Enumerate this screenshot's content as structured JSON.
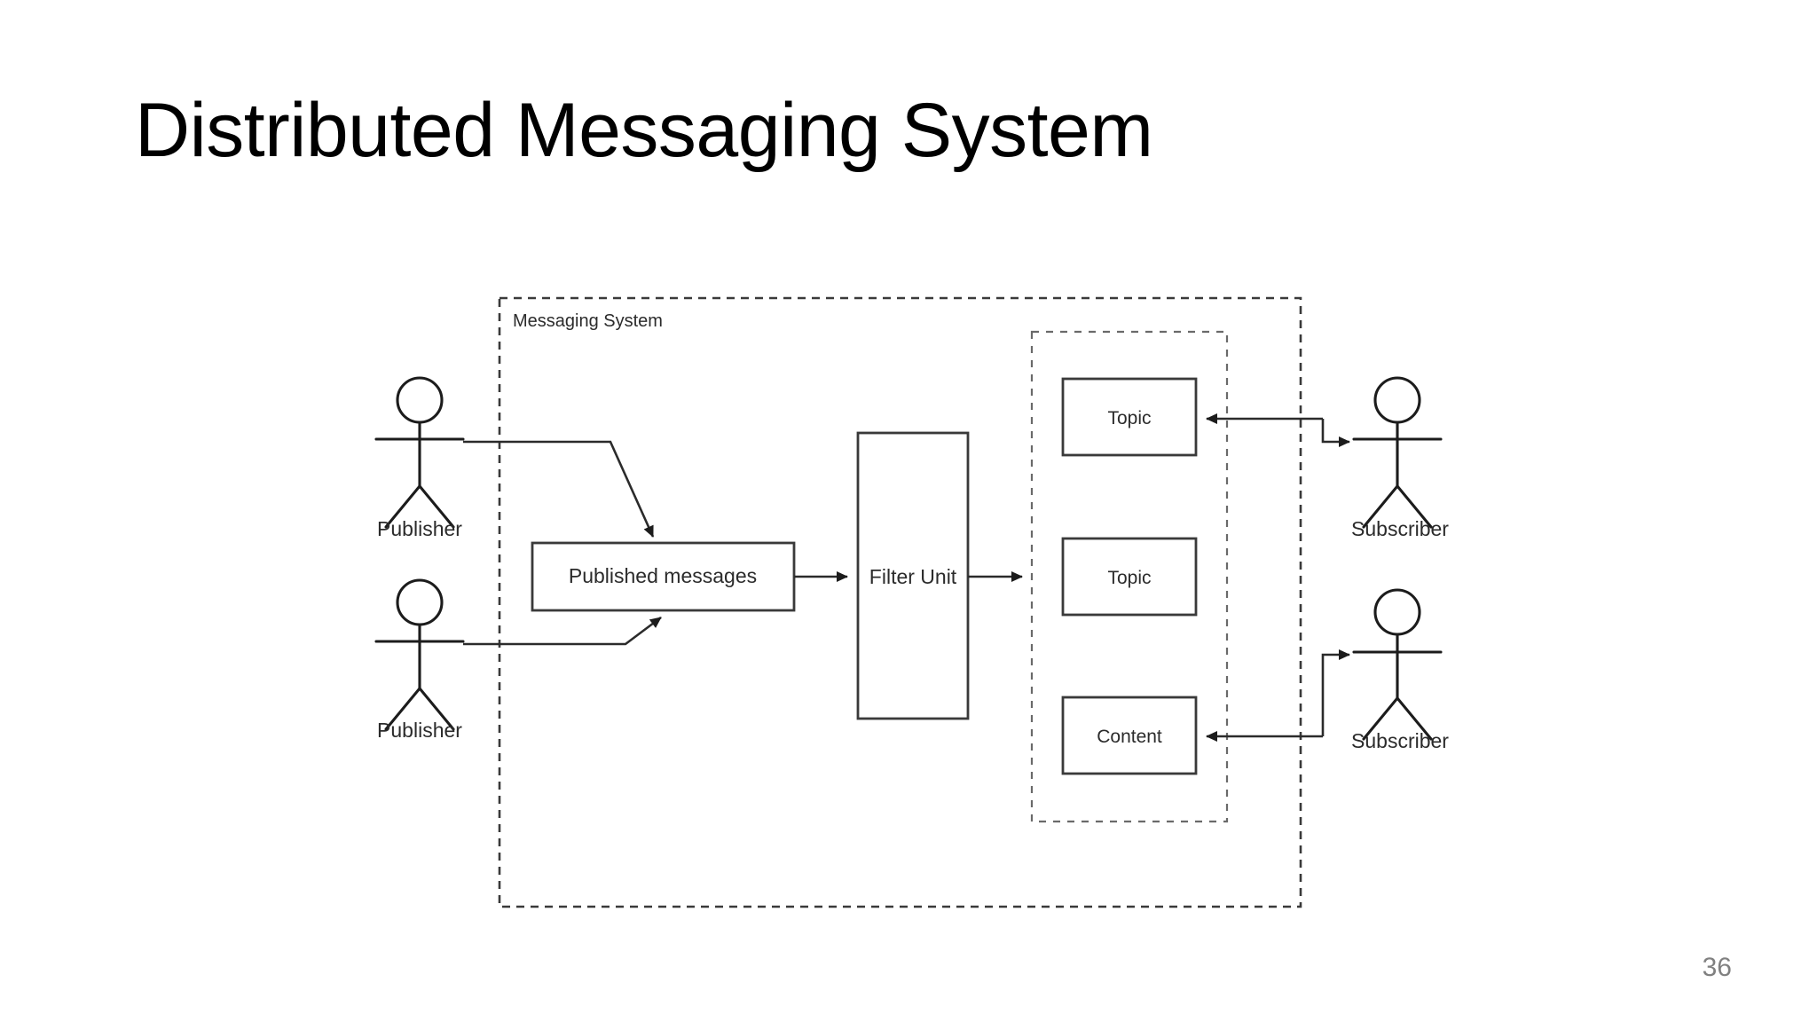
{
  "slide": {
    "title": "Distributed Messaging System",
    "page_number": "36",
    "background_color": "#ffffff",
    "title_color": "#000000",
    "page_number_color": "#808080"
  },
  "diagram": {
    "type": "uml-component-diagram",
    "boundary_outer_label": "Messaging System",
    "actors": {
      "publisher_top": "Publisher",
      "publisher_bottom": "Publisher",
      "subscriber_top": "Subscriber",
      "subscriber_bottom": "Subscriber"
    },
    "nodes": {
      "published_messages": "Published messages",
      "filter_unit": "Filter Unit",
      "topic_1": "Topic",
      "topic_2": "Topic",
      "content": "Content"
    },
    "colors": {
      "stroke": "#2b2b2b",
      "boundary": "#3a3a3a",
      "inner_boundary": "#6a6a6a",
      "fill": "#ffffff"
    }
  }
}
